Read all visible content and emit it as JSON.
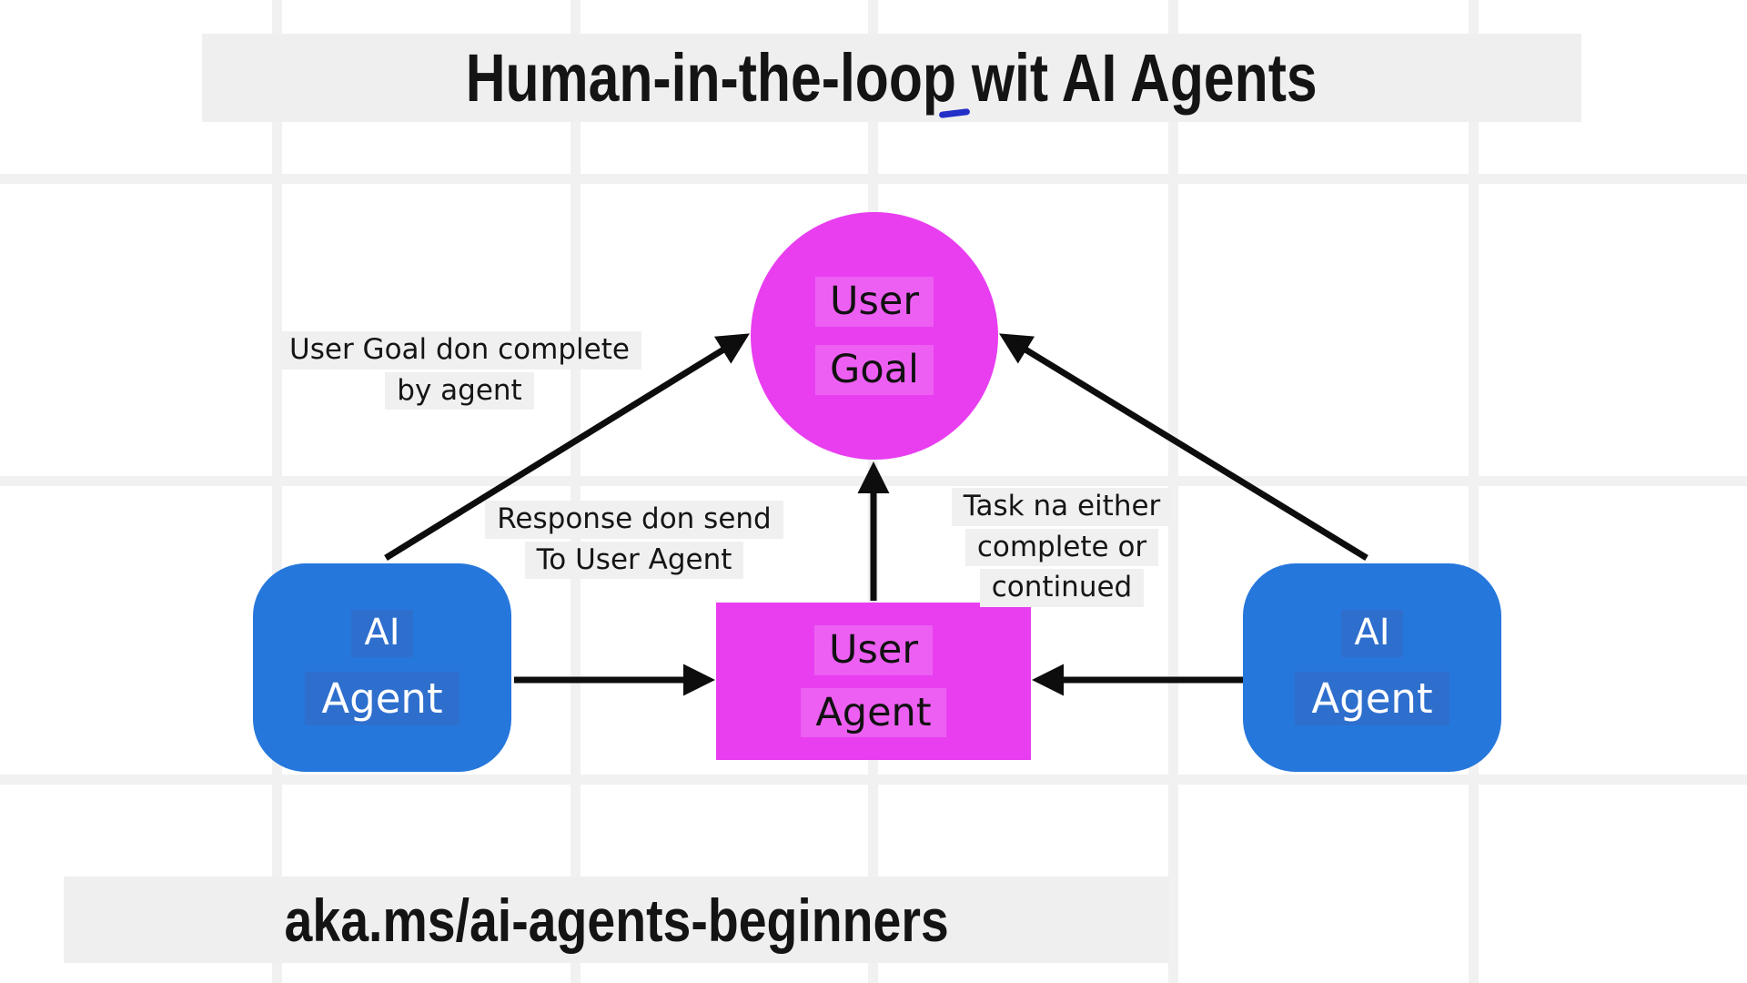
{
  "title": "Human-in-the-loop wit AI Agents",
  "footer": "aka.ms/ai-agents-beginners",
  "colors": {
    "magenta_node": "#e83ef0",
    "magenta_label_bg": "#ed5ff2",
    "blue_node": "#2577dc",
    "blue_label_bg": "#2e6fce",
    "band_bg": "#efefef",
    "grid_line": "#f1f1f1",
    "arrow": "#0d0d0d"
  },
  "nodes": {
    "user_goal": {
      "line1": "User",
      "line2": "Goal"
    },
    "user_agent": {
      "line1": "User",
      "line2": "Agent"
    },
    "ai_agent_left": {
      "line1": "AI",
      "line2": "Agent"
    },
    "ai_agent_right": {
      "line1": "AI",
      "line2": "Agent"
    }
  },
  "annotations": {
    "user_goal_complete": {
      "line1": "User Goal don complete",
      "line2": "by agent"
    },
    "response_sent": {
      "line1": "Response don send",
      "line2": "To User Agent"
    },
    "task_status": {
      "line1": "Task na either",
      "line2": "complete or",
      "line3": "continued"
    }
  }
}
